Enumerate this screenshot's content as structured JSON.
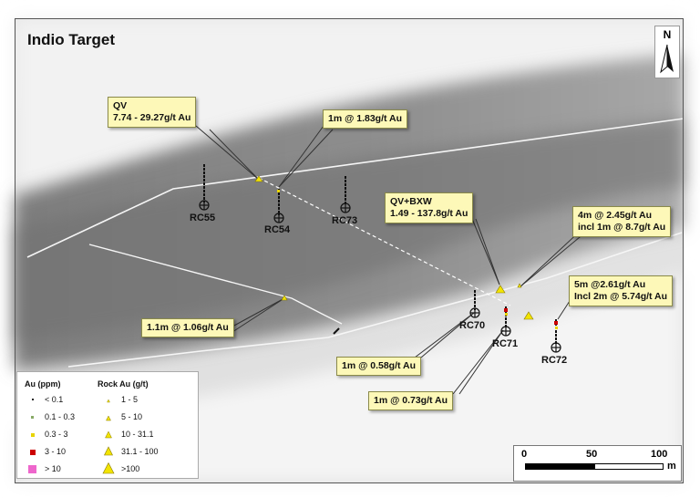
{
  "title": "Indio Target",
  "north_label": "N",
  "callouts": {
    "qv": {
      "line1": "QV",
      "line2": "7.74 - 29.27g/t Au"
    },
    "rc54_top": {
      "line1": "1m @ 1.83g/t Au"
    },
    "qv_bxw": {
      "line1": "QV+BXW",
      "line2": "1.49 - 137.8g/t Au"
    },
    "rc71_top": {
      "line1": "4m @ 2.45g/t Au",
      "line2": "incl 1m @ 8.7g/t Au"
    },
    "rc72": {
      "line1": "5m @2.61g/t Au",
      "line2": "Incl 2m @ 5.74g/t Au"
    },
    "sample_left": {
      "line1": "1.1m @ 1.06g/t Au"
    },
    "rc70": {
      "line1": "1m @ 0.58g/t Au"
    },
    "rc71_bottom": {
      "line1": "1m @ 0.73g/t Au"
    }
  },
  "drill_holes": {
    "rc55": "RC55",
    "rc54": "RC54",
    "rc73": "RC73",
    "rc70": "RC70",
    "rc71": "RC71",
    "rc72": "RC72"
  },
  "legend": {
    "au_header": "Au (ppm)",
    "rock_header": "Rock Au (g/t)",
    "au_items": [
      "< 0.1",
      "0.1 - 0.3",
      "0.3 - 3",
      "3 - 10",
      "> 10"
    ],
    "au_colors": [
      "#222222",
      "#88aa66",
      "#e8d400",
      "#cc0000",
      "#ee66cc"
    ],
    "rock_items": [
      "1 - 5",
      "5 - 10",
      "10 - 31.1",
      "31.1 - 100",
      ">100"
    ],
    "rock_color": "#f2e400"
  },
  "scale": {
    "labels": [
      "0",
      "50",
      "100"
    ],
    "unit": "m"
  },
  "colors": {
    "callout_fill": "#fdf8b8",
    "rock_triangle": "#f2e400"
  }
}
